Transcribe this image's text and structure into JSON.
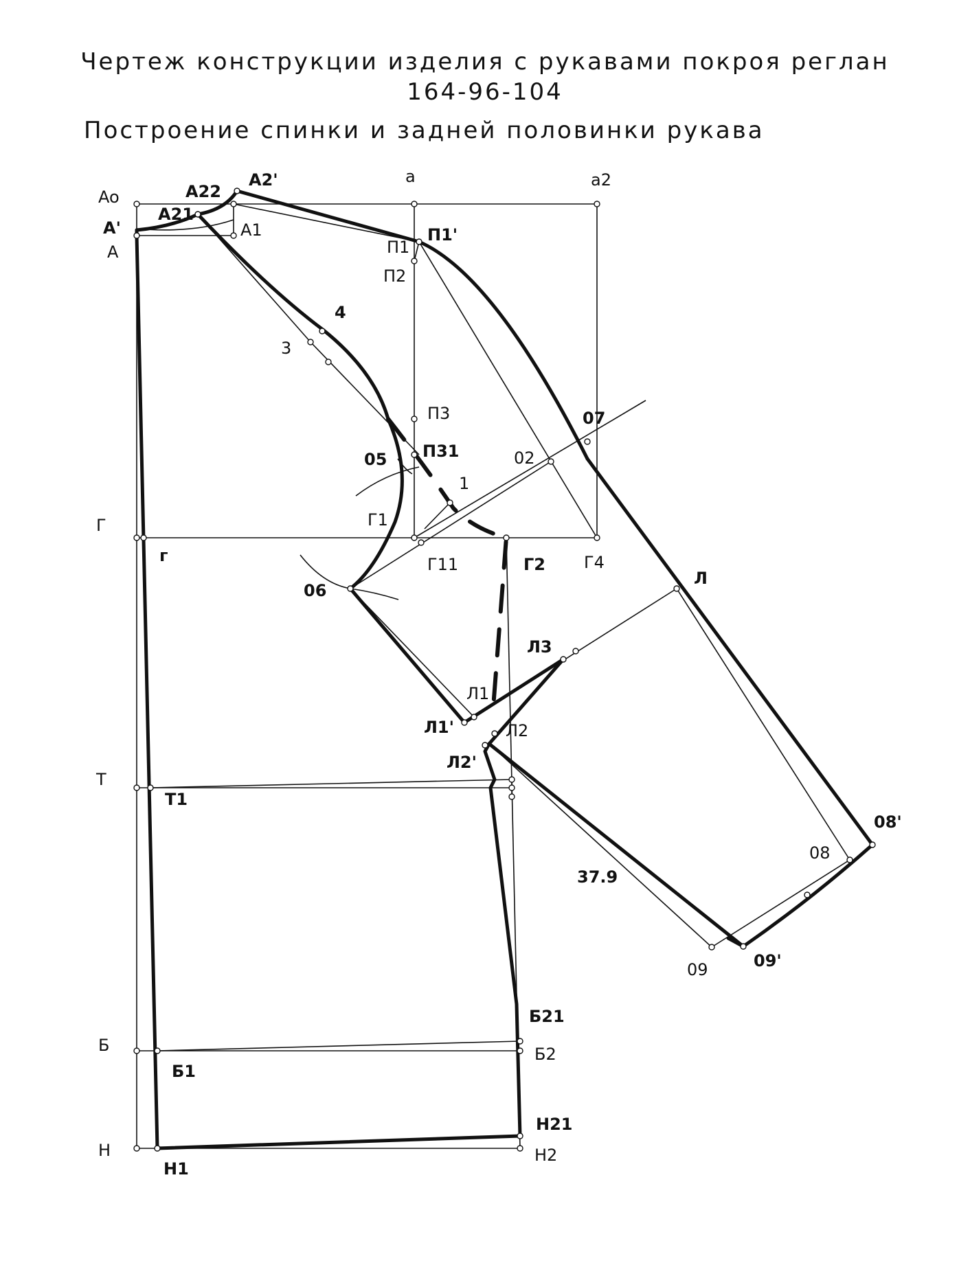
{
  "title_line1": "Чертеж конструкции изделия с рукавами покроя реглан",
  "title_line2": "164-96-104",
  "title_line3": "Построение спинки и  задней половинки рукава",
  "point_labels": {
    "Ao": "Ao",
    "A_prime": "A'",
    "A": "A",
    "A21": "A21",
    "A22": "A22",
    "A2_prime": "A2'",
    "A1": "A1",
    "a": "a",
    "a2": "a2",
    "P1_prime": "П1'",
    "P1": "П1",
    "P2": "П2",
    "p4": "4",
    "p3": "3",
    "P3": "П3",
    "P31": "П31",
    "p05": "05",
    "p07": "07",
    "p02": "02",
    "p1": "1",
    "G": "Г",
    "g": "г",
    "G1": "Г1",
    "G11": "Г11",
    "G2": "Г2",
    "G4": "Г4",
    "p06": "06",
    "L": "Л",
    "L3": "Л3",
    "L1": "Л1",
    "L1_prime": "Л1'",
    "L2": "Л2",
    "L2_prime": "Л2'",
    "T": "Т",
    "T1": "Т1",
    "len": "37.9",
    "p08": "08",
    "p08_prime": "08'",
    "p09": "09",
    "p09_prime": "09'",
    "B21": "Б21",
    "B": "Б",
    "B1": "Б1",
    "B2": "Б2",
    "H21": "Н21",
    "H": "Н",
    "H1": "Н1",
    "H2": "Н2"
  }
}
